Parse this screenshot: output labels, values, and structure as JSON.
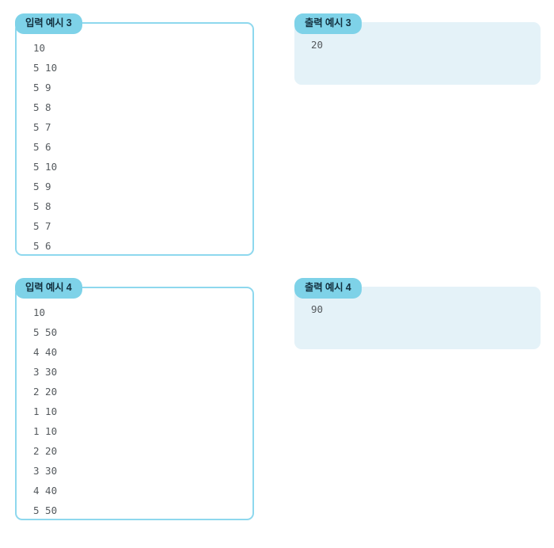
{
  "examples": [
    {
      "id": "input-3",
      "kind": "input",
      "badge_label": "입력 예시 3",
      "content": "10\n5 10\n5 9\n5 8\n5 7\n5 6\n5 10\n5 9\n5 8\n5 7\n5 6"
    },
    {
      "id": "output-3",
      "kind": "output",
      "badge_label": "출력 예시 3",
      "content": "20"
    },
    {
      "id": "input-4",
      "kind": "input",
      "badge_label": "입력 예시 4",
      "content": "10\n5 50\n4 40\n3 30\n2 20\n1 10\n1 10\n2 20\n3 30\n4 40\n5 50"
    },
    {
      "id": "output-4",
      "kind": "output",
      "badge_label": "출력 예시 4",
      "content": "90"
    }
  ],
  "colors": {
    "badge_fill": "#7ed2e8",
    "badge_text": "#14303f",
    "input_border": "#8ed8ee",
    "input_fill": "#ffffff",
    "output_fill": "#e4f2f8",
    "code_text": "#555a5e",
    "page_background": "#ffffff"
  }
}
